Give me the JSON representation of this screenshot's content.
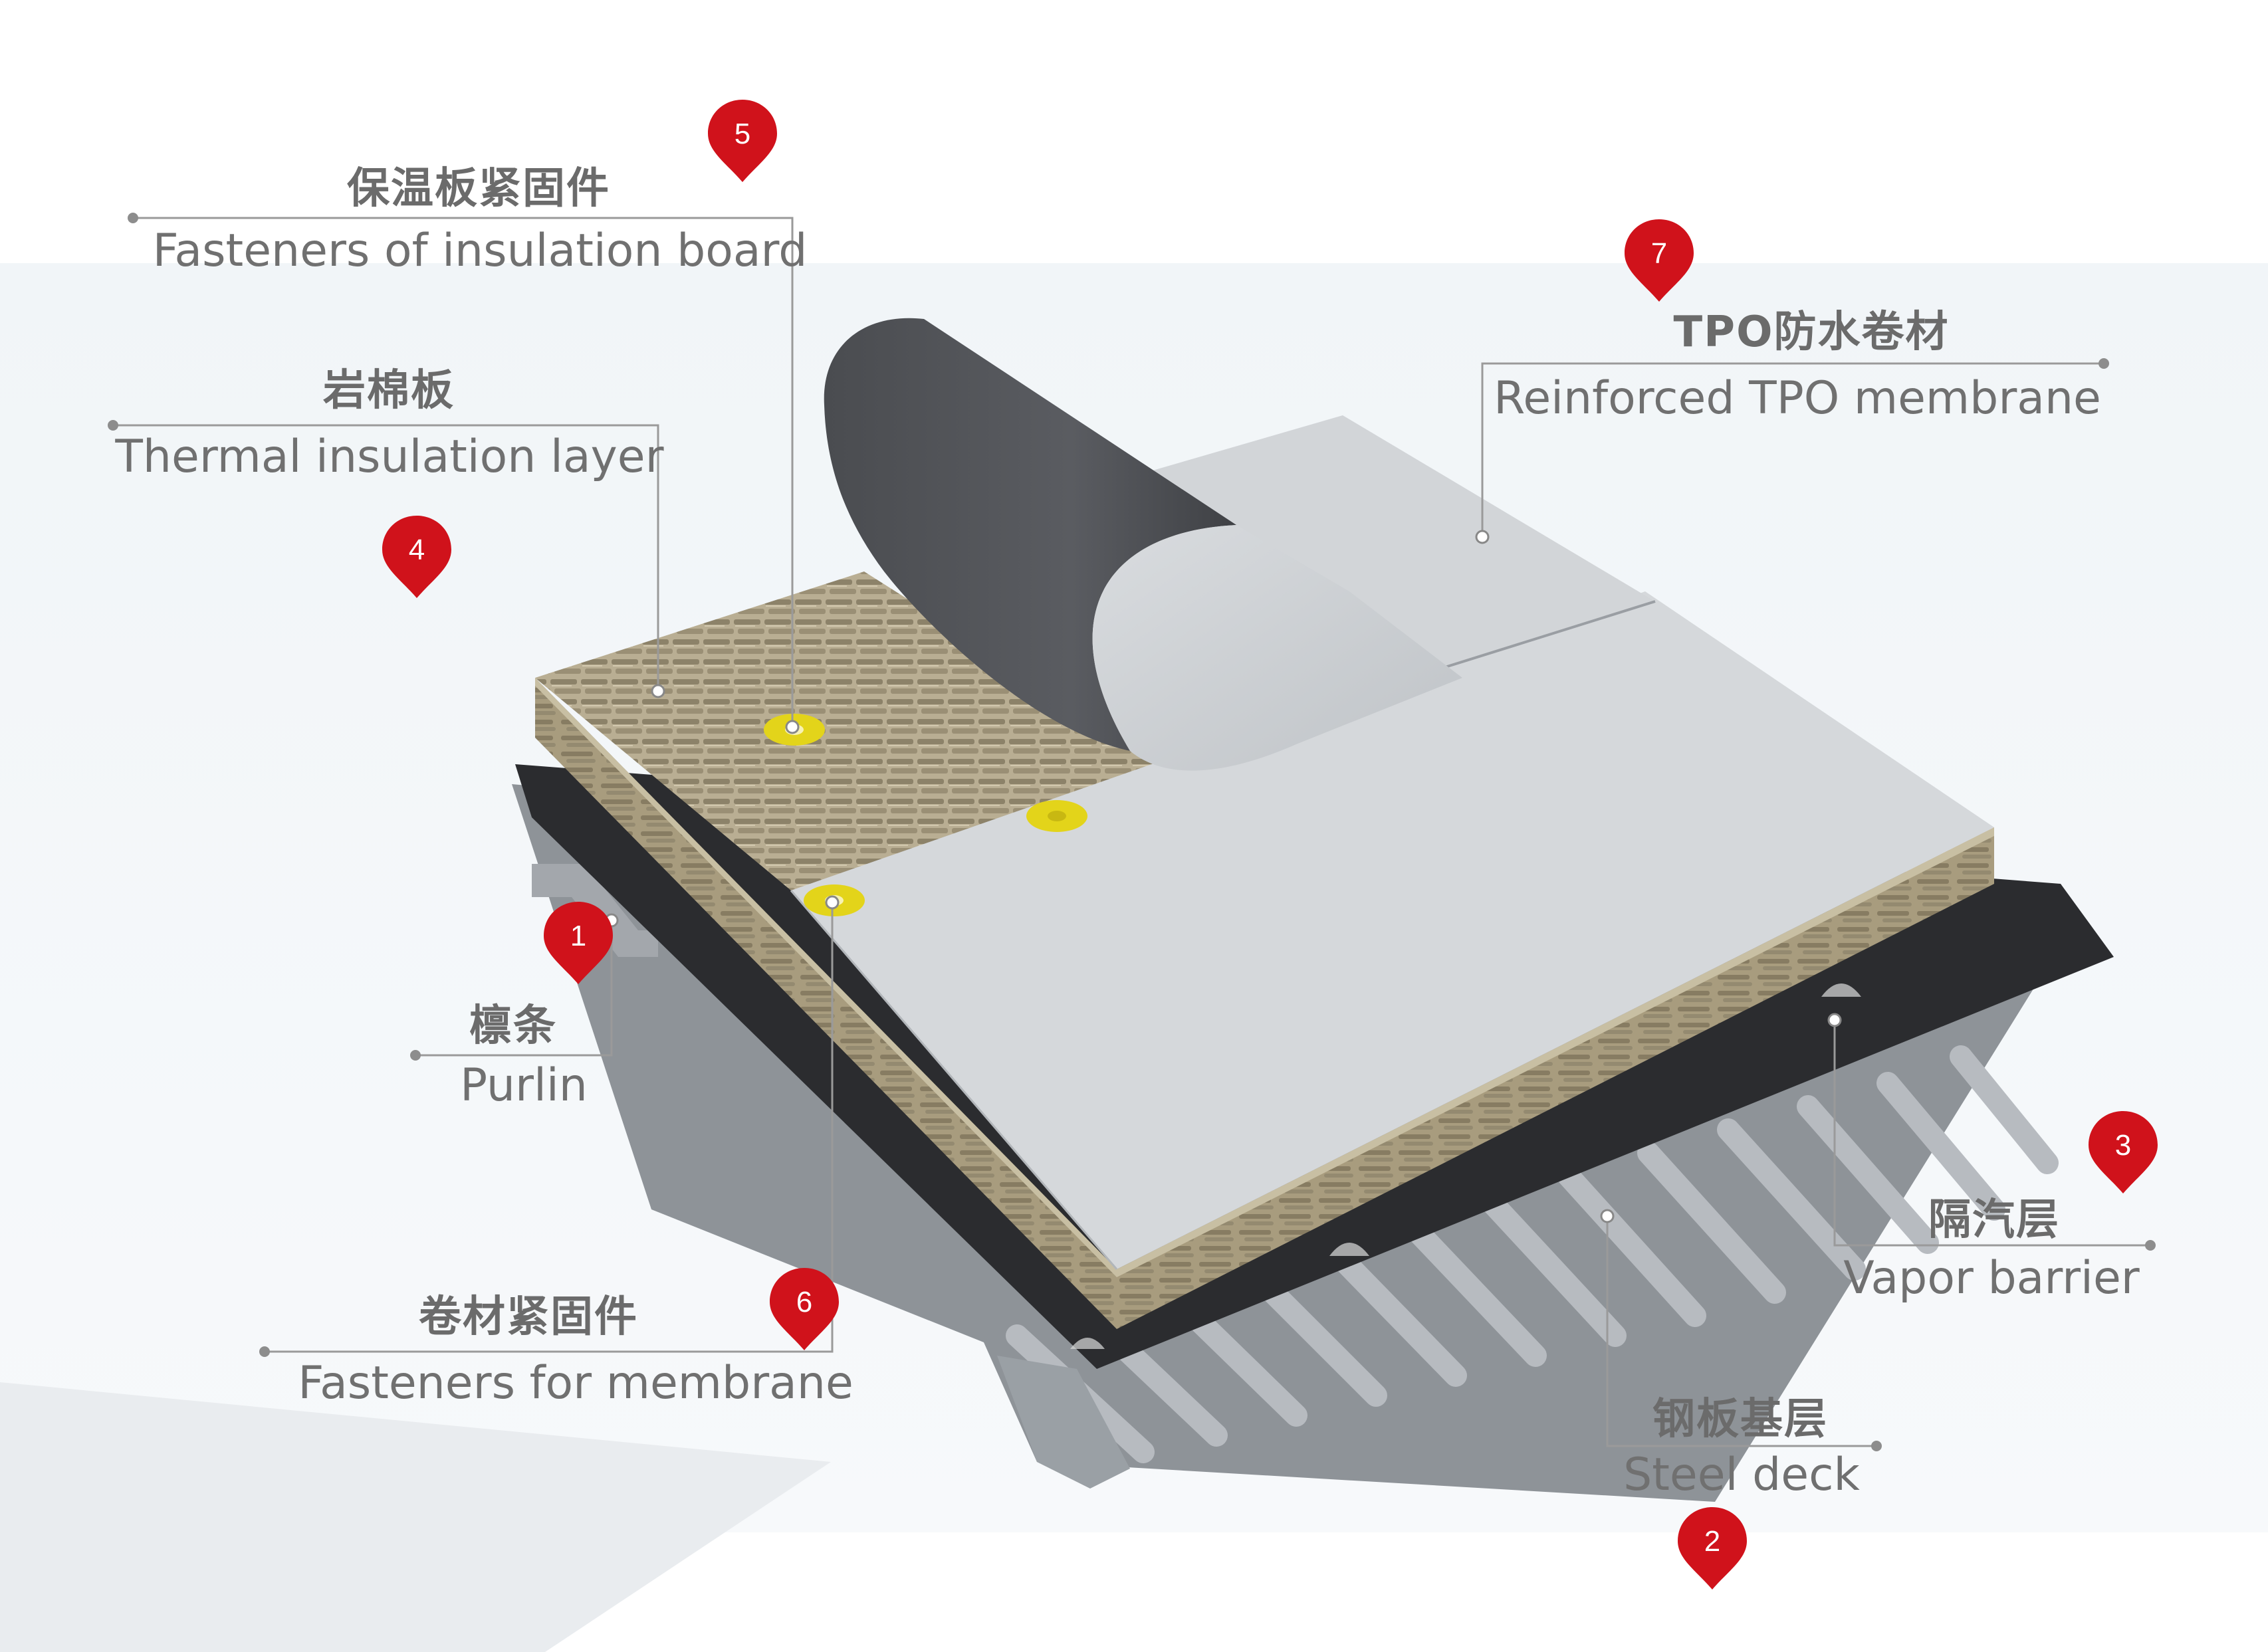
{
  "colors": {
    "accent_red": "#d0121b",
    "leader": "#9a9a9a",
    "background_band": "#f3f7f9"
  },
  "markers": [
    {
      "number": "1"
    },
    {
      "number": "2"
    },
    {
      "number": "3"
    },
    {
      "number": "4"
    },
    {
      "number": "5"
    },
    {
      "number": "6"
    },
    {
      "number": "7"
    }
  ],
  "labels": {
    "insulation_fasteners": {
      "zh": "保温板紧固件",
      "en": "Fasteners of insulation board"
    },
    "thermal_insulation": {
      "zh": "岩棉板",
      "en": "Thermal insulation layer"
    },
    "tpo_membrane": {
      "zh": "TPO防水卷材",
      "en": "Reinforced TPO membrane"
    },
    "purlin": {
      "zh": "檩条",
      "en": "Purlin"
    },
    "membrane_fasteners": {
      "zh": "卷材紧固件",
      "en": "Fasteners for membrane"
    },
    "vapor_barrier": {
      "zh": "隔汽层",
      "en": "Vapor barrier"
    },
    "steel_deck": {
      "zh": "钢板基层",
      "en": "Steel deck"
    }
  },
  "icons": [
    "location-pin-icon",
    "leader-dot-icon"
  ]
}
